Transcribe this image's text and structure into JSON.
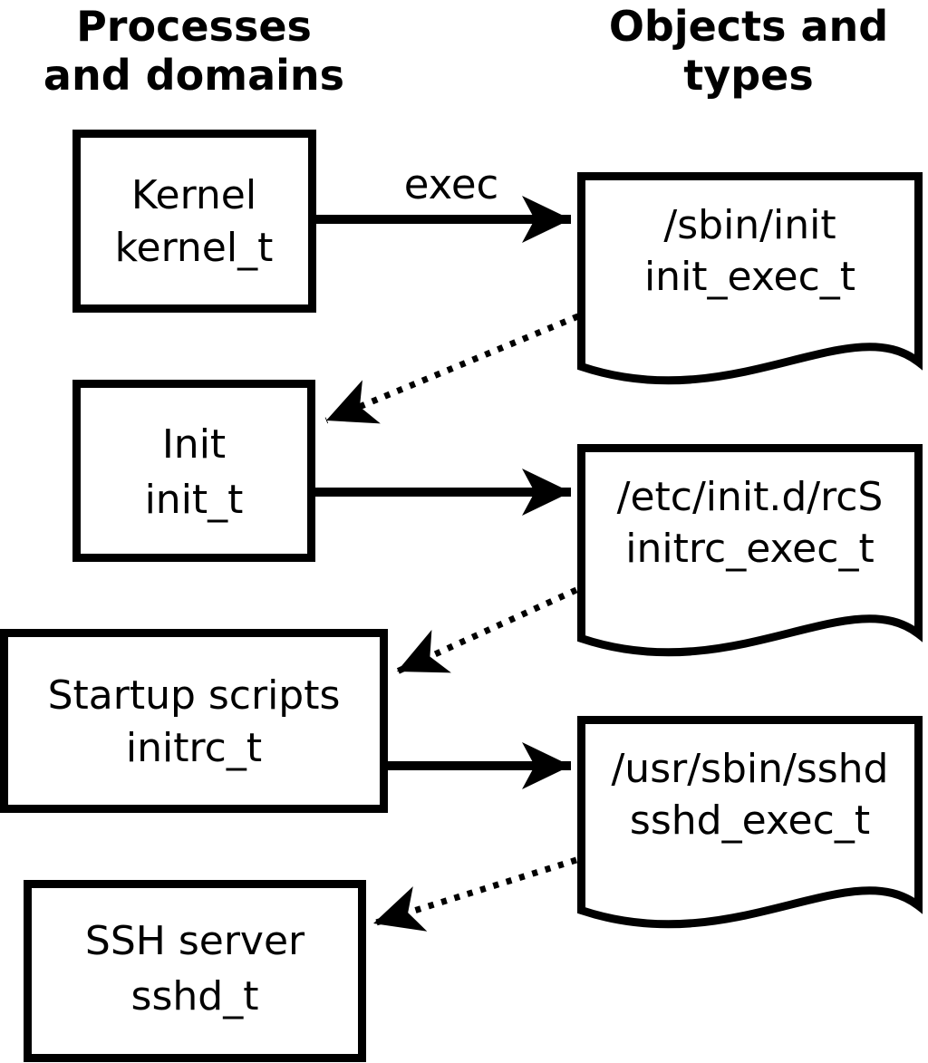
{
  "colors": {
    "ink": "#000000",
    "background": "#ffffff"
  },
  "headers": {
    "processes": {
      "line1": "Processes",
      "line2": "and domains"
    },
    "objects": {
      "line1": "Objects and",
      "line2": "types"
    }
  },
  "process_nodes": {
    "kernel": {
      "name": "Kernel",
      "domain": "kernel_t"
    },
    "init": {
      "name": "Init",
      "domain": "init_t"
    },
    "startup": {
      "name": "Startup scripts",
      "domain": "initrc_t"
    },
    "ssh": {
      "name": "SSH server",
      "domain": "sshd_t"
    }
  },
  "object_nodes": {
    "sbin_init": {
      "path": "/sbin/init",
      "type": "init_exec_t"
    },
    "rcs": {
      "path": "/etc/init.d/rcS",
      "type": "initrc_exec_t"
    },
    "sshd": {
      "path": "/usr/sbin/sshd",
      "type": "sshd_exec_t"
    }
  },
  "edges": {
    "exec_label": "exec"
  }
}
